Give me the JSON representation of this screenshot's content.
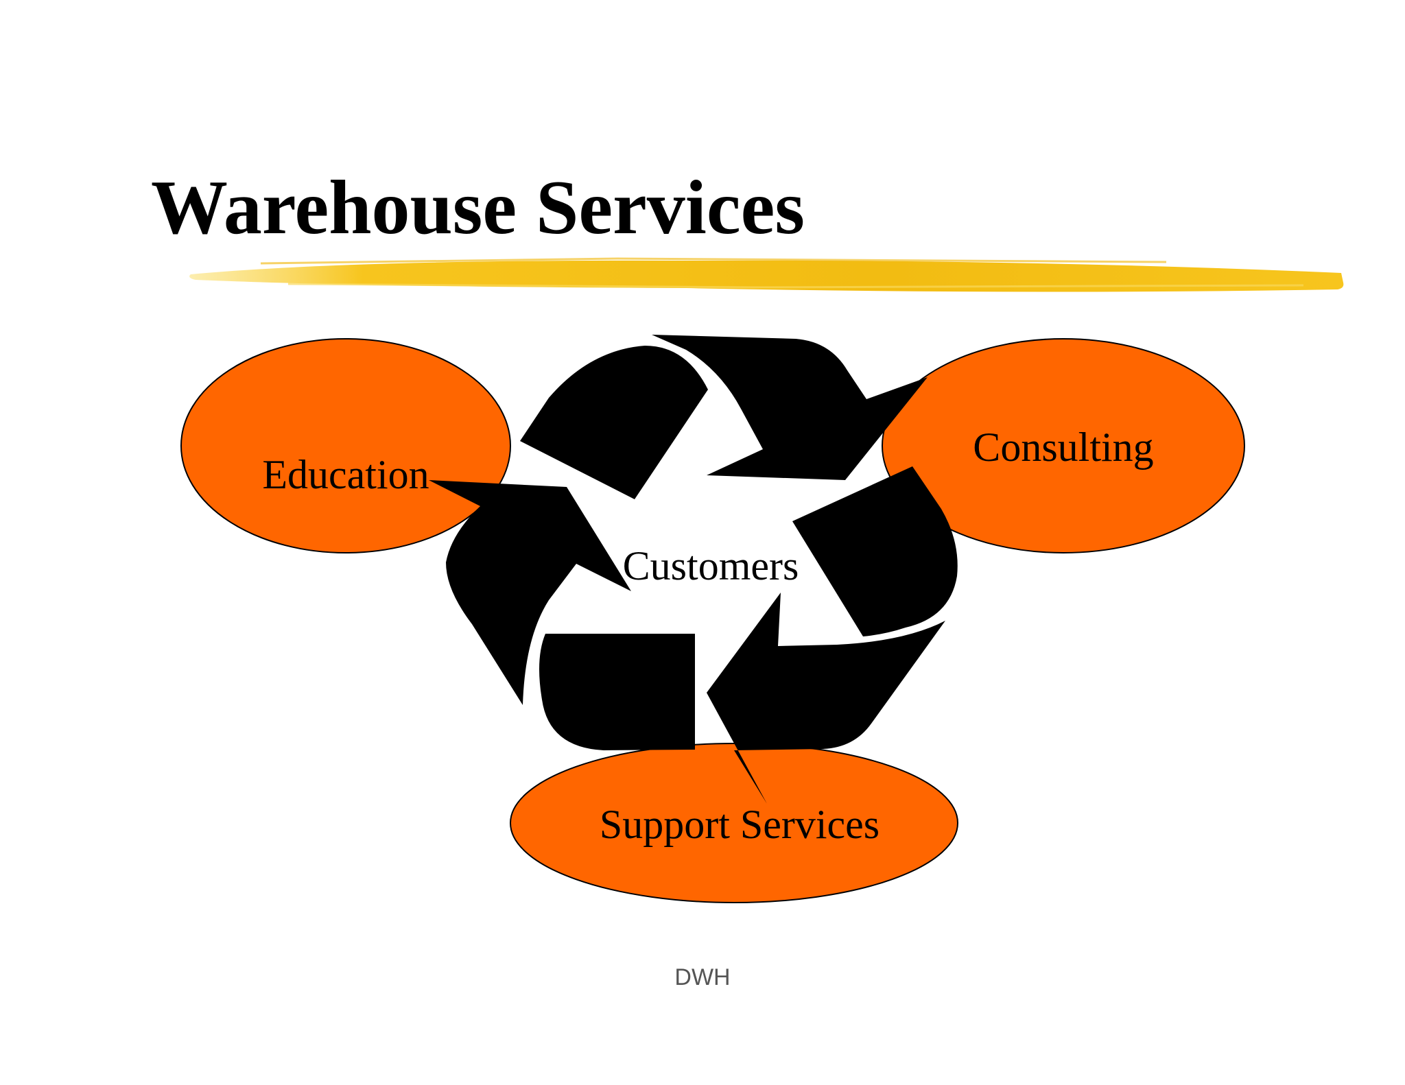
{
  "slide": {
    "title": "Warehouse Services",
    "footer": "DWH"
  },
  "diagram": {
    "center_label": "Customers",
    "nodes": [
      {
        "id": "education",
        "label": "Education"
      },
      {
        "id": "consulting",
        "label": "Consulting"
      },
      {
        "id": "support",
        "label": "Support Services"
      }
    ]
  },
  "colors": {
    "ellipse_fill": "#ff6600",
    "ellipse_stroke": "#000000",
    "arrow_fill": "#000000",
    "underline": "#f7c51e",
    "text": "#000000",
    "footer_text": "#555555"
  }
}
